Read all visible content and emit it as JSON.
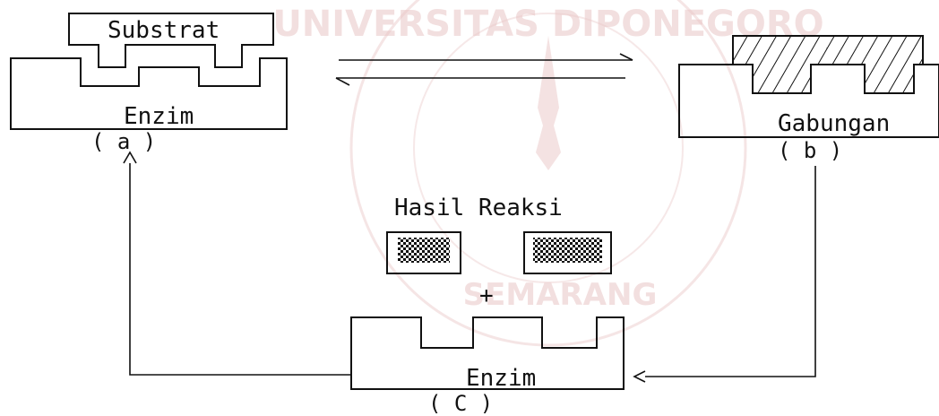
{
  "diagram": {
    "enzyme_a": {
      "substrate_label": "Substrat",
      "enzyme_label": "Enzim",
      "caption": "( a )"
    },
    "complex_b": {
      "label": "Gabungan",
      "caption": "( b )"
    },
    "products": {
      "title": "Hasil Reaksi",
      "plus_sign": "+"
    },
    "enzyme_c": {
      "enzyme_label": "Enzim",
      "caption": "( C )"
    }
  },
  "watermark": {
    "top_text": "UNIVERSITAS DIPONEGORO",
    "bottom_text": "SEMARANG"
  },
  "colors": {
    "ink": "#111111",
    "watermark": "#e9c6c6"
  }
}
